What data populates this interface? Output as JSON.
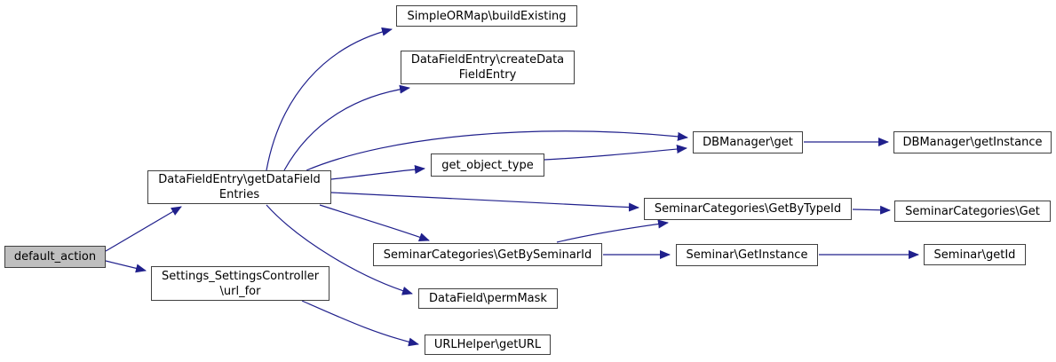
{
  "diagram": {
    "type": "call-graph",
    "colors": {
      "edge": "#20208c",
      "node_border": "#404040",
      "node_fill": "#ffffff",
      "highlight_fill": "#bfbfbf",
      "text": "#000000",
      "background": "#ffffff"
    },
    "nodes": {
      "default_action": {
        "label": "default_action",
        "highlighted": true
      },
      "get_data_field_entries": {
        "lines": [
          "DataFieldEntry\\getDataField",
          "Entries"
        ]
      },
      "url_for": {
        "lines": [
          "Settings_SettingsController",
          "\\url_for"
        ]
      },
      "build_existing": {
        "label": "SimpleORMap\\buildExisting"
      },
      "create_data_field_entry": {
        "lines": [
          "DataFieldEntry\\createData",
          "FieldEntry"
        ]
      },
      "get_object_type": {
        "label": "get_object_type"
      },
      "db_get": {
        "label": "DBManager\\get"
      },
      "db_get_instance": {
        "label": "DBManager\\getInstance"
      },
      "get_by_type_id": {
        "label": "SeminarCategories\\GetByTypeId"
      },
      "seminar_categories_get": {
        "label": "SeminarCategories\\Get"
      },
      "get_by_seminar_id": {
        "label": "SeminarCategories\\GetBySeminarId"
      },
      "seminar_get_instance": {
        "label": "Seminar\\GetInstance"
      },
      "seminar_get_id": {
        "label": "Seminar\\getId"
      },
      "perm_mask": {
        "label": "DataField\\permMask"
      },
      "get_url": {
        "label": "URLHelper\\getURL"
      }
    },
    "edges": [
      {
        "from": "default_action",
        "to": "get_data_field_entries"
      },
      {
        "from": "default_action",
        "to": "url_for"
      },
      {
        "from": "get_data_field_entries",
        "to": "build_existing"
      },
      {
        "from": "get_data_field_entries",
        "to": "create_data_field_entry"
      },
      {
        "from": "get_data_field_entries",
        "to": "db_get"
      },
      {
        "from": "get_data_field_entries",
        "to": "get_object_type"
      },
      {
        "from": "get_data_field_entries",
        "to": "get_by_type_id"
      },
      {
        "from": "get_data_field_entries",
        "to": "get_by_seminar_id"
      },
      {
        "from": "get_data_field_entries",
        "to": "perm_mask"
      },
      {
        "from": "url_for",
        "to": "get_url"
      },
      {
        "from": "get_object_type",
        "to": "db_get"
      },
      {
        "from": "db_get",
        "to": "db_get_instance"
      },
      {
        "from": "get_by_type_id",
        "to": "seminar_categories_get"
      },
      {
        "from": "get_by_seminar_id",
        "to": "seminar_get_instance"
      },
      {
        "from": "get_by_seminar_id",
        "to": "get_by_type_id"
      },
      {
        "from": "seminar_get_instance",
        "to": "seminar_get_id"
      }
    ]
  }
}
